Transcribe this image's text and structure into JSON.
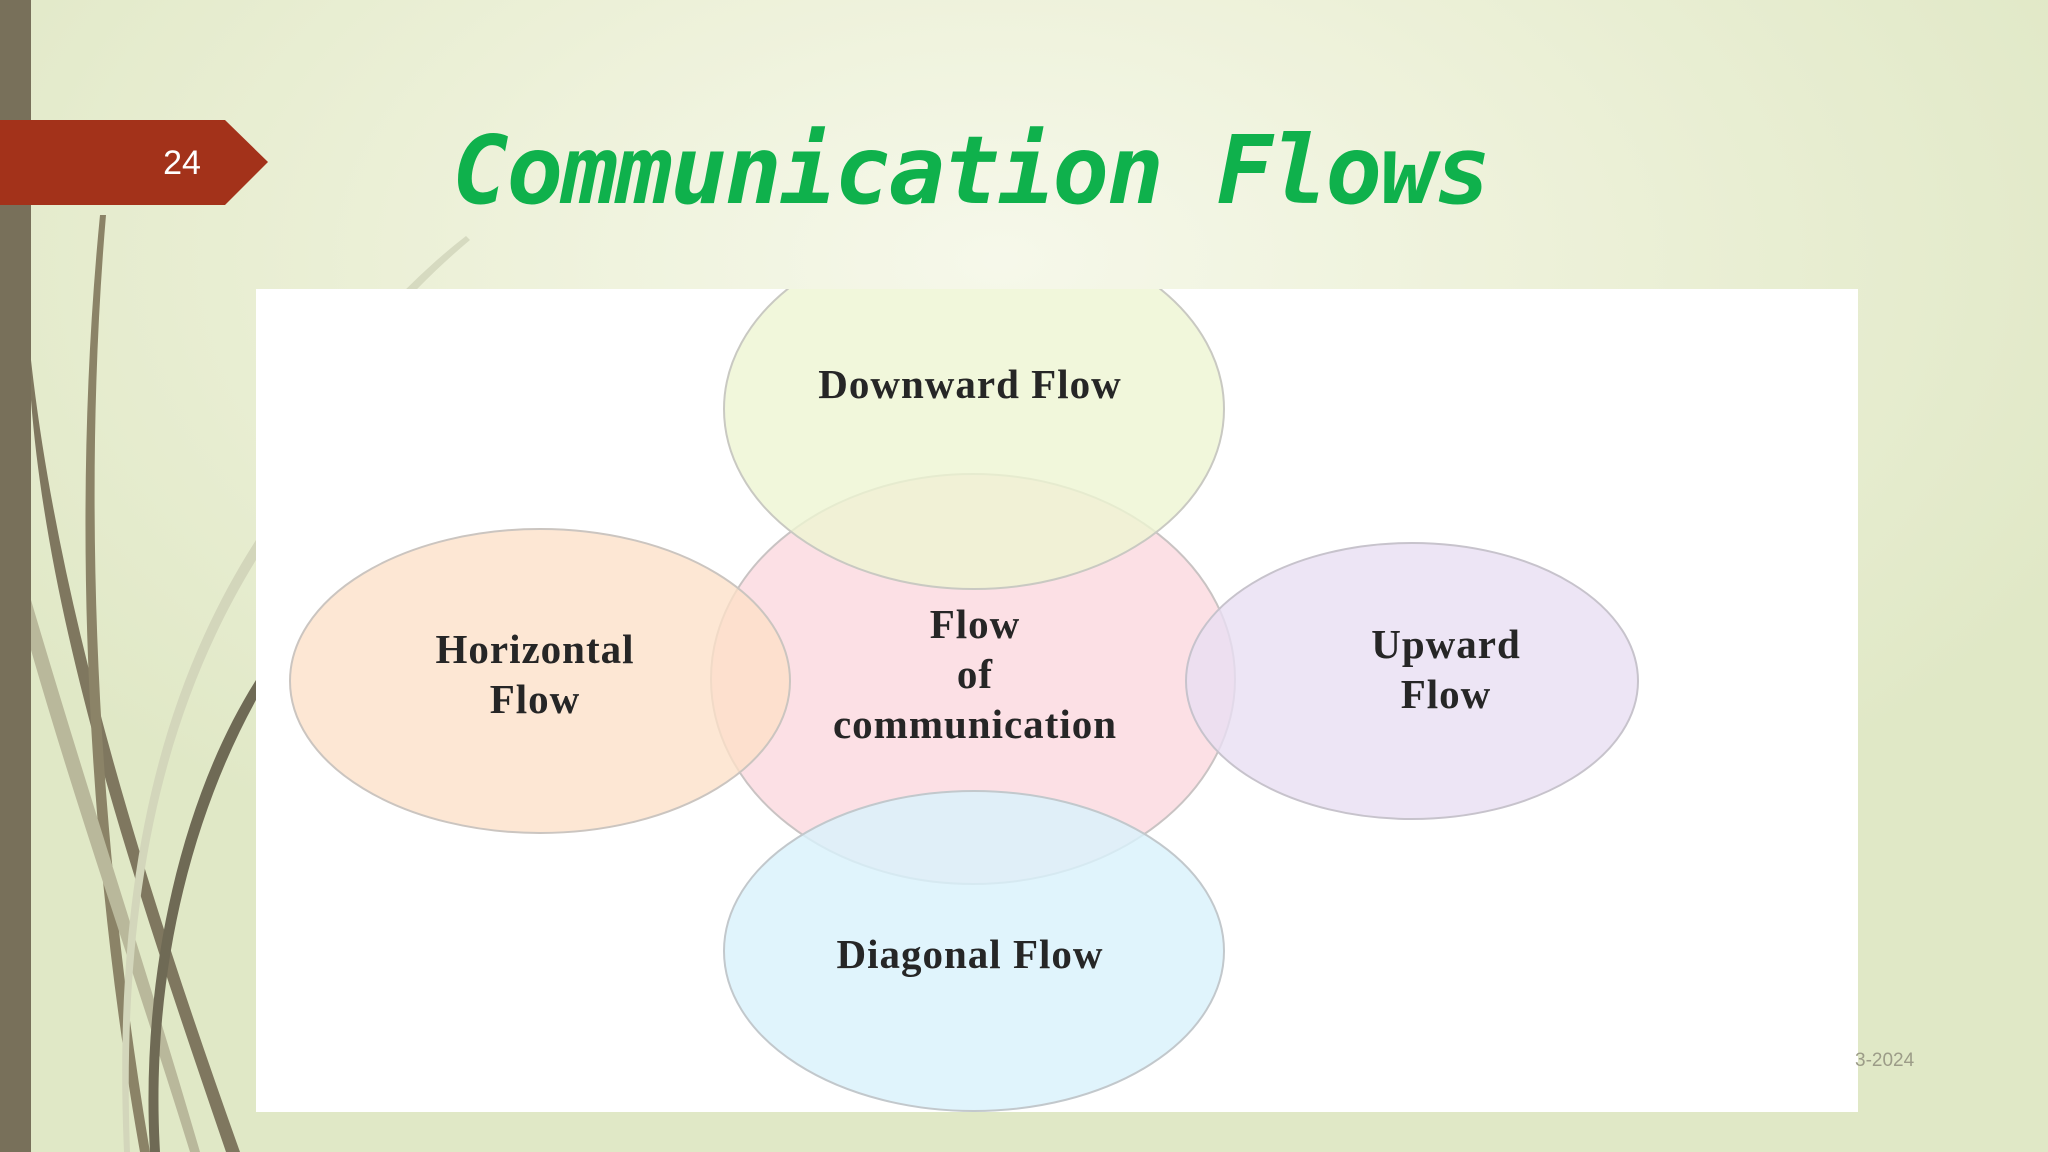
{
  "slide": {
    "page_number": "24",
    "title": "Communication Flows",
    "date_fragment": "3-2024"
  },
  "diagram": {
    "center": {
      "lines": [
        "Flow",
        "of",
        "communication"
      ],
      "fill": "#fcdde3"
    },
    "nodes": [
      {
        "id": "downward",
        "lines": [
          "Downward Flow"
        ],
        "fill": "#eef5d2"
      },
      {
        "id": "horizontal",
        "lines": [
          "Horizontal",
          "Flow"
        ],
        "fill": "#fde0c8"
      },
      {
        "id": "upward",
        "lines": [
          "Upward",
          "Flow"
        ],
        "fill": "#e8def2"
      },
      {
        "id": "diagonal",
        "lines": [
          "Diagonal Flow"
        ],
        "fill": "#d9f1fb"
      }
    ]
  },
  "colors": {
    "accent_tag": "#a3321a",
    "title": "#0fb14c",
    "left_bar": "#78705a"
  }
}
